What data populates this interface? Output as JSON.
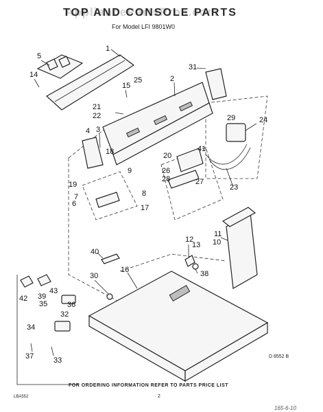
{
  "page": {
    "title": "TOP AND CONSOLE PARTS",
    "watermark": "AppliancePartsPros.com",
    "model_line": "For Model LFI 9801W0",
    "footer_note": "FOR ORDERING INFORMATION REFER TO PARTS PRICE LIST",
    "diagram_code": "D 8552 B",
    "page_code": "LBA552",
    "page_number": "2",
    "handwritten_note": "165-6-10"
  },
  "callouts": [
    "1",
    "2",
    "3",
    "4",
    "5",
    "6",
    "7",
    "8",
    "9",
    "10",
    "11",
    "12",
    "13",
    "14",
    "15",
    "16",
    "17",
    "18",
    "19",
    "20",
    "21",
    "22",
    "23",
    "24",
    "25",
    "26",
    "27",
    "28",
    "29",
    "30",
    "31",
    "32",
    "33",
    "34",
    "35",
    "36",
    "37",
    "38",
    "39",
    "40",
    "41",
    "42",
    "43"
  ],
  "colors": {
    "ink": "#1a1a1a",
    "paper": "#ffffff",
    "watermark": "#aaaaaa"
  }
}
